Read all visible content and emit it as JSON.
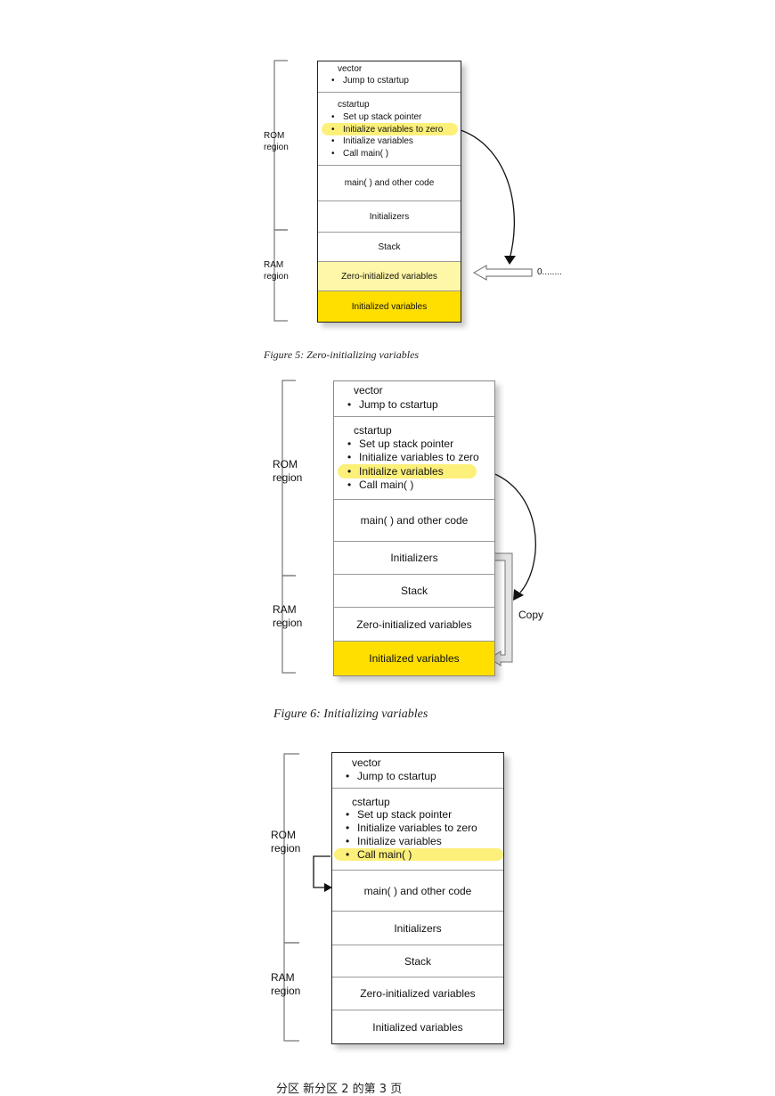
{
  "figures": [
    {
      "caption": "Figure 5: Zero-initializing variables",
      "rom_label": "ROM region",
      "ram_label": "RAM region",
      "vector": {
        "title": "vector",
        "items": [
          "Jump to cstartup"
        ]
      },
      "cstartup": {
        "title": "cstartup",
        "items": [
          "Set up stack pointer",
          "Initialize variables to zero",
          "Initialize variables",
          "Call main( )"
        ],
        "highlighted_item": "Initialize variables to zero"
      },
      "main_code": "main( ) and other code",
      "initializers": "Initializers",
      "stack": "Stack",
      "zero_vars": "Zero-initialized variables",
      "init_vars": "Initialized variables",
      "annotation": "0........"
    },
    {
      "caption": "Figure 6: Initializing variables",
      "rom_label": "ROM region",
      "ram_label": "RAM region",
      "vector": {
        "title": "vector",
        "items": [
          "Jump to cstartup"
        ]
      },
      "cstartup": {
        "title": "cstartup",
        "items": [
          "Set up stack pointer",
          "Initialize variables to zero",
          "Initialize variables",
          "Call main( )"
        ],
        "highlighted_item": "Initialize variables"
      },
      "main_code": "main( ) and other code",
      "initializers": "Initializers",
      "stack": "Stack",
      "zero_vars": "Zero-initialized variables",
      "init_vars": "Initialized variables",
      "annotation": "Copy"
    },
    {
      "rom_label": "ROM region",
      "ram_label": "RAM region",
      "vector": {
        "title": "vector",
        "items": [
          "Jump to cstartup"
        ]
      },
      "cstartup": {
        "title": "cstartup",
        "items": [
          "Set up stack pointer",
          "Initialize variables to zero",
          "Initialize variables",
          "Call main( )"
        ],
        "highlighted_item": "Call main( )"
      },
      "main_code": "main( ) and other code",
      "initializers": "Initializers",
      "stack": "Stack",
      "zero_vars": "Zero-initialized variables",
      "init_vars": "Initialized variables"
    }
  ],
  "footer": "分区 新分区 2 的第 3 页",
  "colors": {
    "highlight": "#fdf07a",
    "zero_fill": "#fff7a8",
    "init_fill": "#ffdf00"
  }
}
